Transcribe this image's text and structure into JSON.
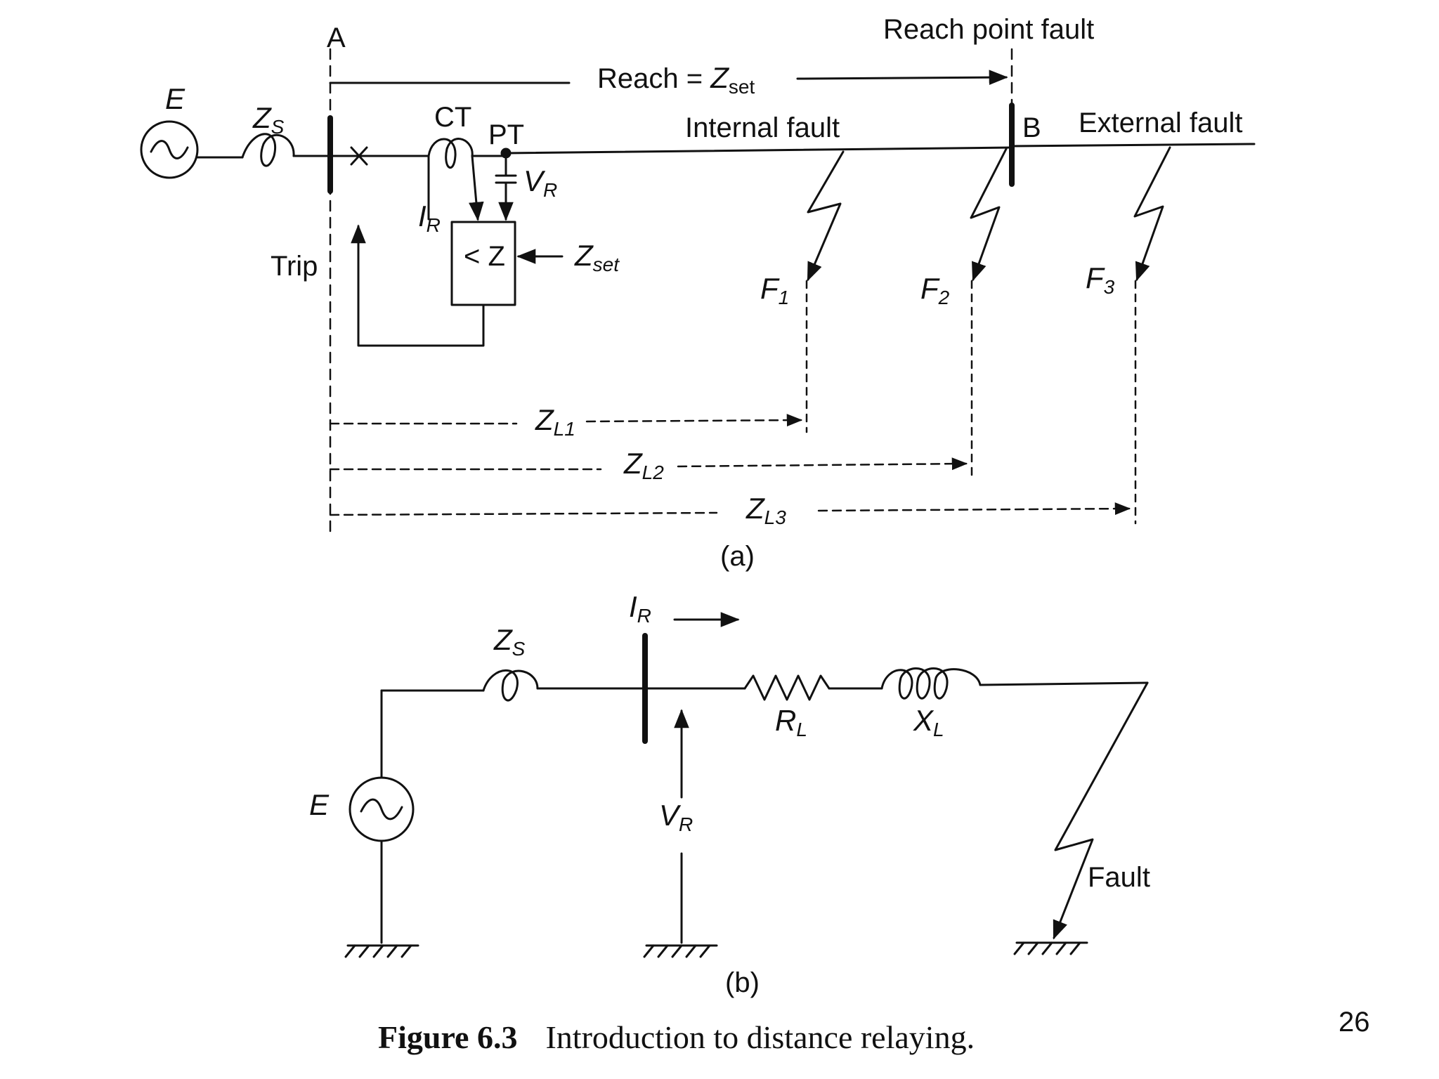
{
  "part_a": {
    "bus_a": "A",
    "reach_fault": "Reach point fault",
    "reach_label": "Reach =",
    "reach_sym": "Z",
    "reach_sub": "set",
    "source": "E",
    "zs_sym": "Z",
    "zs_sub": "S",
    "ct": "CT",
    "pt": "PT",
    "internal_fault": "Internal  fault",
    "bus_b": "B",
    "external_fault": "External  fault",
    "vr_sym": "V",
    "vr_sub": "R",
    "ir_sym": "I",
    "ir_sub": "R",
    "relay": "< Z",
    "zset_sym": "Z",
    "zset_sub": "set",
    "trip": "Trip",
    "f1": "F",
    "f1_sub": "1",
    "f2": "F",
    "f2_sub": "2",
    "f3": "F",
    "f3_sub": "3",
    "zl1": "Z",
    "zl1_sub": "L1",
    "zl2": "Z",
    "zl2_sub": "L2",
    "zl3": "Z",
    "zl3_sub": "L3",
    "label": "(a)"
  },
  "part_b": {
    "ir_sym": "I",
    "ir_sub": "R",
    "zs_sym": "Z",
    "zs_sub": "S",
    "rl_sym": "R",
    "rl_sub": "L",
    "xl_sym": "X",
    "xl_sub": "L",
    "source": "E",
    "vr_sym": "V",
    "vr_sub": "R",
    "fault": "Fault",
    "label": "(b)"
  },
  "caption": {
    "number": "Figure 6.3",
    "text": "Introduction to distance relaying."
  },
  "page_number": "26"
}
